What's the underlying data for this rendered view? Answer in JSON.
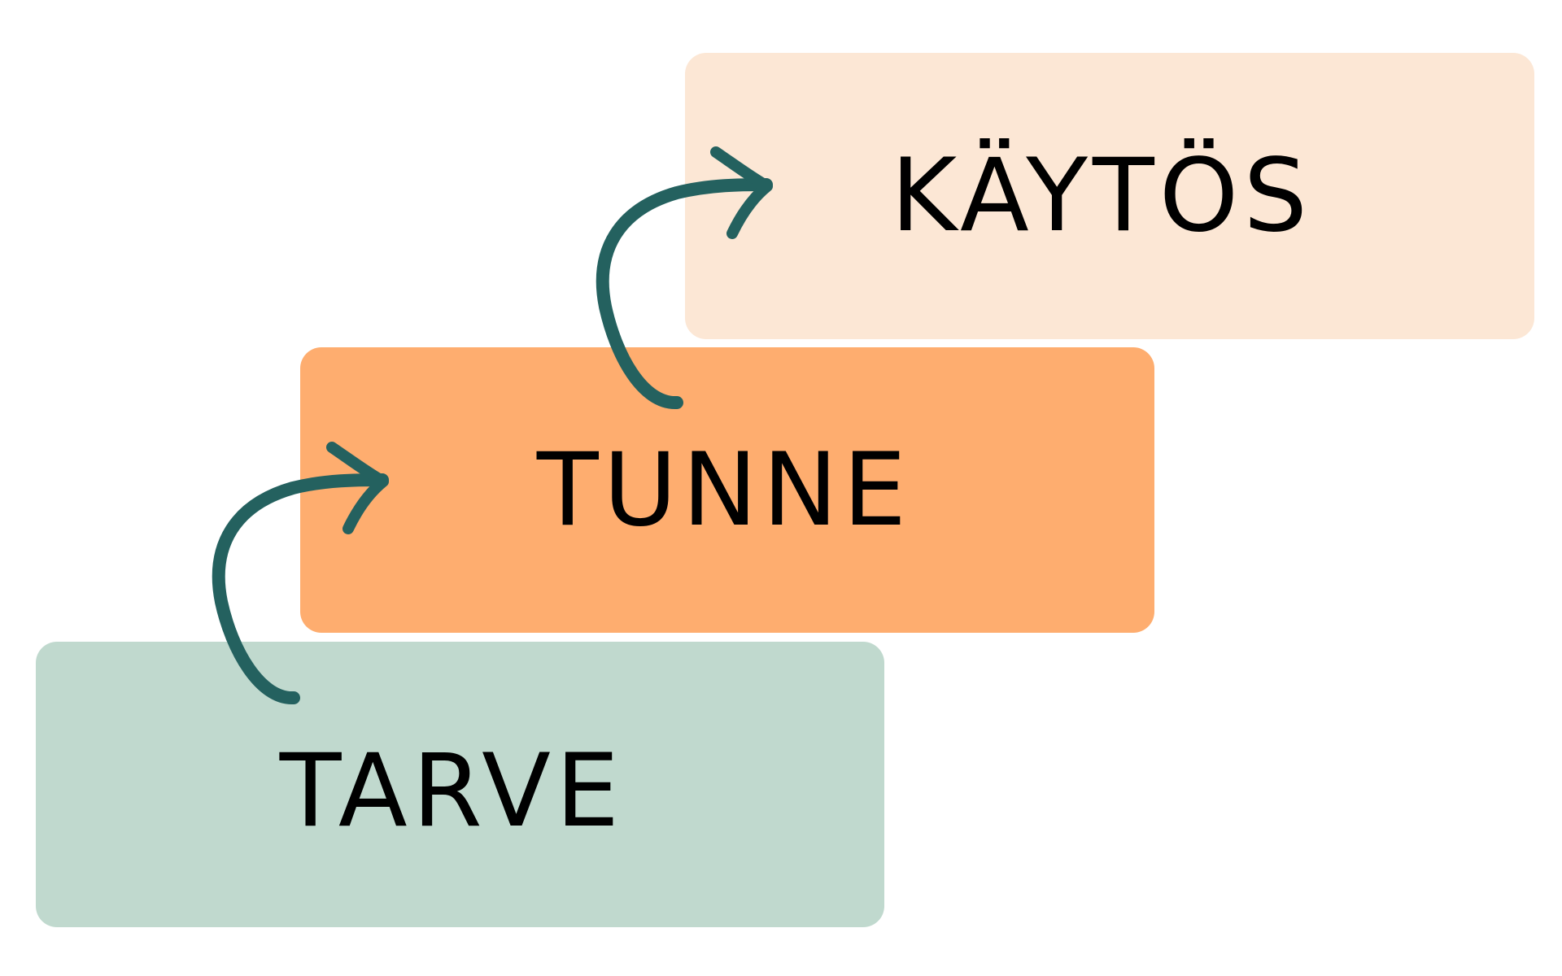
{
  "steps": [
    {
      "label": "KÄYTÖS",
      "color": "#fce7d5"
    },
    {
      "label": "TUNNE",
      "color": "#fead6f"
    },
    {
      "label": "TARVE",
      "color": "#c0d9ce"
    }
  ],
  "arrow_color": "#24615f"
}
